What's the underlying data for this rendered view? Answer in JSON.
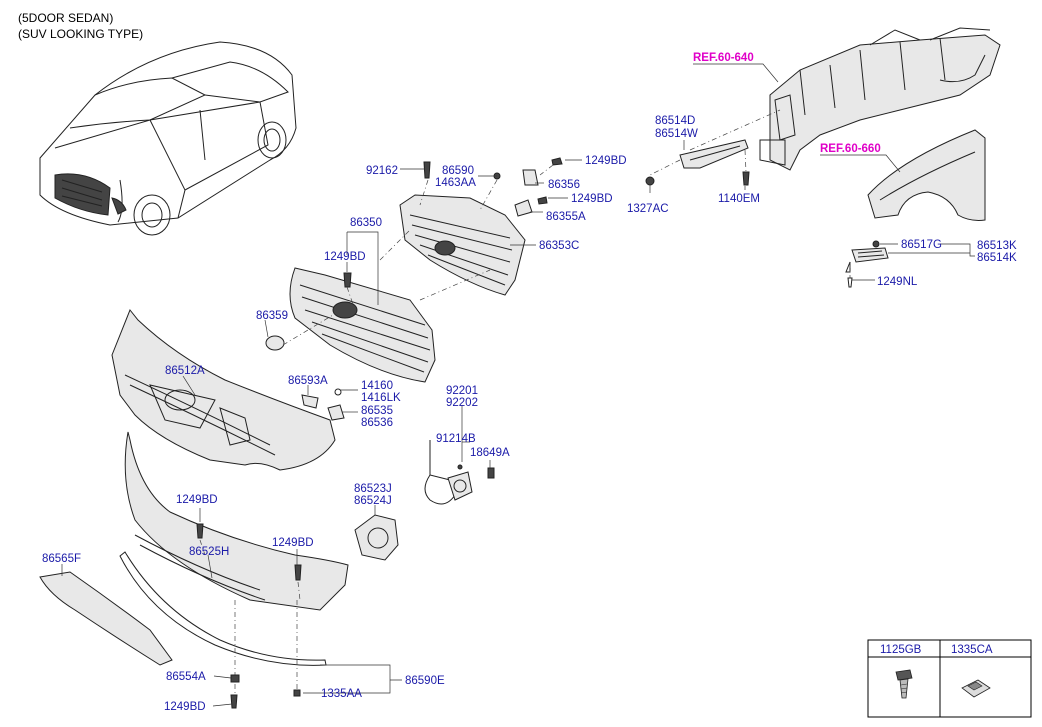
{
  "header": {
    "line1": "(5DOOR SEDAN)",
    "line2": "(SUV LOOKING TYPE)"
  },
  "refs": {
    "ref_640": "REF.60-640",
    "ref_660": "REF.60-660"
  },
  "labels": {
    "p92162": "92162",
    "p86590": "86590",
    "p1463AA": "1463AA",
    "p1249BD_a": "1249BD",
    "p86356": "86356",
    "p1249BD_b": "1249BD",
    "p86355A": "86355A",
    "p86353C": "86353C",
    "p86350": "86350",
    "p1249BD_c": "1249BD",
    "p86359": "86359",
    "p86514D": "86514D",
    "p86514W": "86514W",
    "p1327AC": "1327AC",
    "p1140EM": "1140EM",
    "p86517G": "86517G",
    "p86513K": "86513K",
    "p86514K": "86514K",
    "p1249NL": "1249NL",
    "p86512A": "86512A",
    "p86593A": "86593A",
    "p14160": "14160",
    "p1416LK": "1416LK",
    "p86535": "86535",
    "p86536": "86536",
    "p92201": "92201",
    "p92202": "92202",
    "p91214B": "91214B",
    "p18649A": "18649A",
    "p86523J": "86523J",
    "p86524J": "86524J",
    "p1249BD_d": "1249BD",
    "p86525H": "86525H",
    "p1249BD_e": "1249BD",
    "p86565F": "86565F",
    "p86554A": "86554A",
    "p86590E": "86590E",
    "p1335AA": "1335AA",
    "p1249BD_f": "1249BD"
  },
  "legend_table": {
    "col1": "1125GB",
    "col2": "1335CA"
  }
}
